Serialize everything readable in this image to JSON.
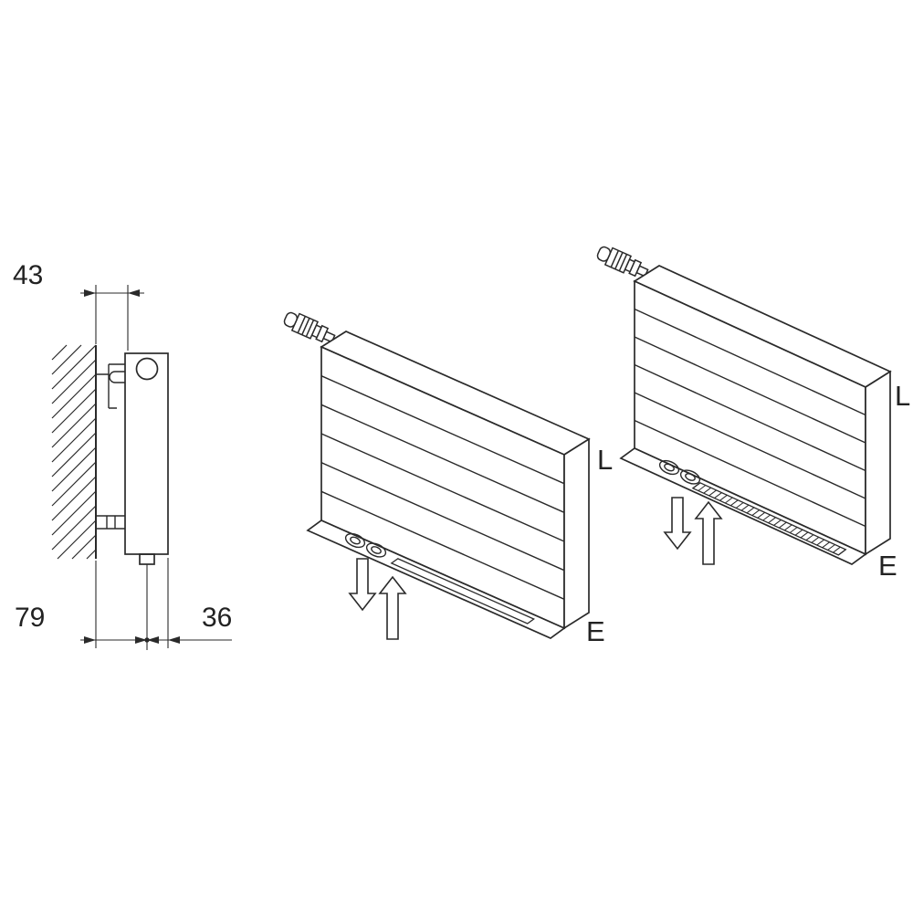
{
  "colors": {
    "line": "#2a2a2a",
    "background": "#ffffff"
  },
  "side_view": {
    "dim_top": "43",
    "dim_bottom_left": "79",
    "dim_bottom_right": "36"
  },
  "iso_plain": {
    "label_l": "L",
    "label_e": "E"
  },
  "iso_grille": {
    "label_l": "L",
    "label_e": "E"
  },
  "icons": {
    "airflow_down": "outline-arrow-down",
    "airflow_up": "outline-arrow-up",
    "wall_hatch": "diagonal-hatch"
  }
}
